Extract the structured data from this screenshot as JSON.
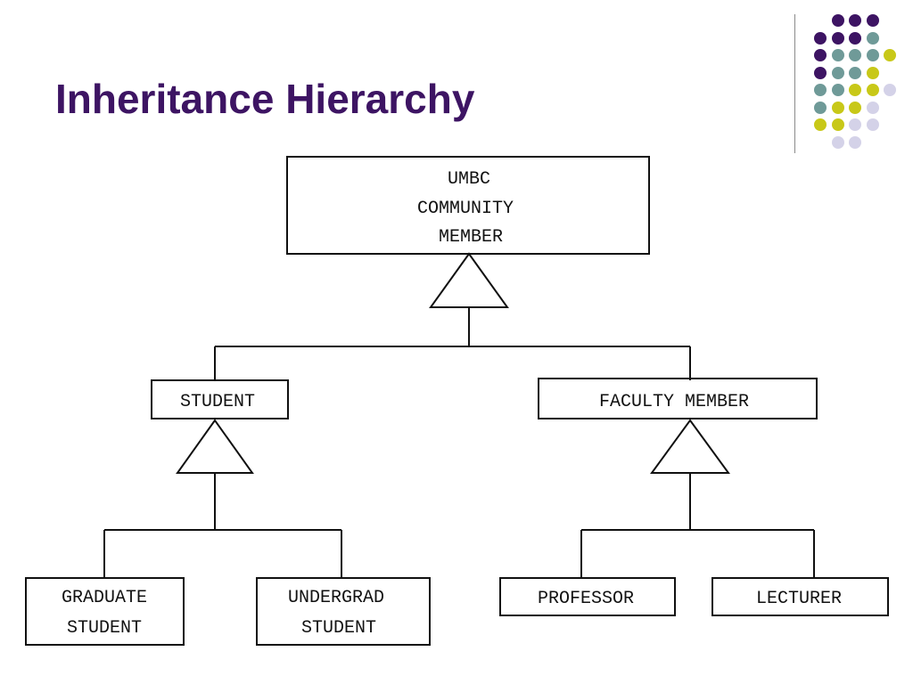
{
  "slide": {
    "title": "Inheritance Hierarchy"
  },
  "colors": {
    "title": "#3d1463",
    "dot_purple": "#3d1463",
    "dot_teal": "#6f9a98",
    "dot_yellow": "#c8c818",
    "dot_lavender": "#d4d2e8"
  },
  "decoration": {
    "dot_rows": [
      [
        "purple",
        "purple",
        "purple"
      ],
      [
        "purple",
        "purple",
        "purple",
        "teal"
      ],
      [
        "purple",
        "teal",
        "teal",
        "teal",
        "yellow"
      ],
      [
        "purple",
        "teal",
        "teal",
        "yellow"
      ],
      [
        "teal",
        "teal",
        "yellow",
        "yellow",
        "lavender"
      ],
      [
        "teal",
        "yellow",
        "yellow",
        "lavender"
      ],
      [
        "yellow",
        "yellow",
        "lavender",
        "lavender"
      ],
      [
        "lavender",
        "lavender"
      ]
    ]
  },
  "diagram": {
    "root": {
      "lines": [
        "UMBC",
        "COMMUNITY",
        "MEMBER"
      ]
    },
    "student": {
      "lines": [
        "STUDENT"
      ]
    },
    "faculty": {
      "lines": [
        "FACULTY MEMBER"
      ]
    },
    "graduate": {
      "lines": [
        "GRADUATE",
        "STUDENT"
      ]
    },
    "undergrad": {
      "lines": [
        "UNDERGRAD",
        "STUDENT"
      ]
    },
    "professor": {
      "lines": [
        "PROFESSOR"
      ]
    },
    "lecturer": {
      "lines": [
        "LECTURER"
      ]
    }
  }
}
